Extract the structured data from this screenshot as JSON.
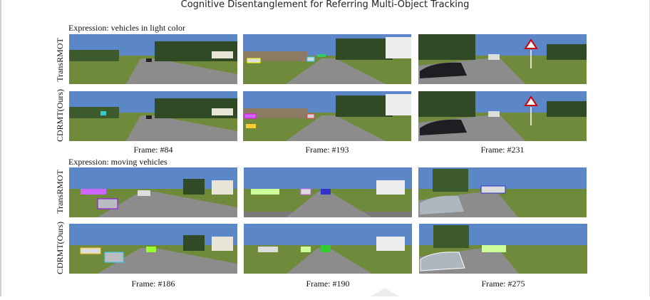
{
  "header": {
    "title": "Cognitive Disentanglement for Referring Multi-Object Tracking"
  },
  "expressions": [
    "Expression: vehicles in light color",
    "Expression: moving vehicles"
  ],
  "row_labels": [
    "TransRMOT",
    "CDRMT(Ours)",
    "TransRMOT",
    "CDRMT(Ours)"
  ],
  "frames": [
    "Frame: #84",
    "Frame: #193",
    "Frame: #231",
    "Frame: #186",
    "Frame: #190",
    "Frame: #275"
  ],
  "colors": {
    "sky": "#5b86c7",
    "grass": "#6f8a3a",
    "road": "#8c8c8c",
    "trees": "#2f4a25"
  }
}
